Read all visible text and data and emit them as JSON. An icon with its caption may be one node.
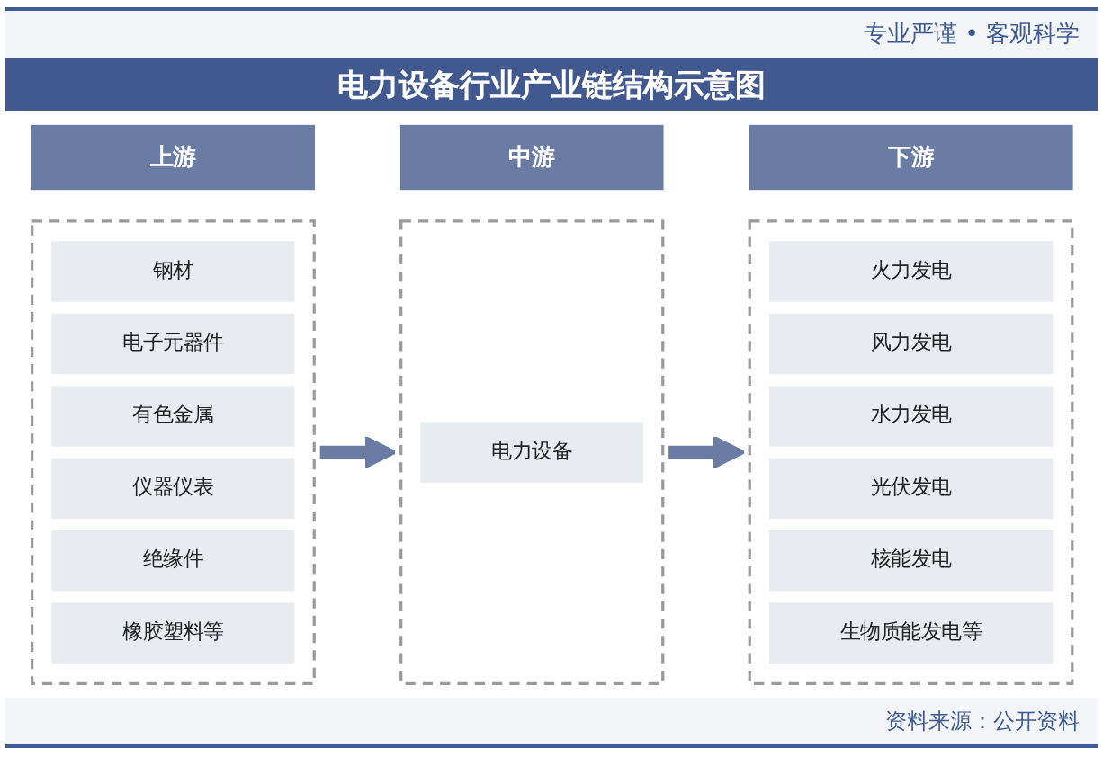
{
  "diagram": {
    "title": "电力设备行业产业链结构示意图",
    "nodes": [
      {
        "text": [
          "上游"
        ]
      },
      {
        "text": [
          "中游"
        ]
      },
      {
        "text": [
          "下游"
        ]
      },
      {
        "text": [],
        "shape": "box"
      },
      {
        "text": [
          "钢材"
        ],
        "in": 3
      },
      {
        "text": [
          "电子元器件"
        ],
        "in": 3
      },
      {
        "text": [
          "有色金属"
        ],
        "in": 3
      },
      {
        "text": [
          "仪器仪表"
        ],
        "in": 3
      },
      {
        "text": [
          "绝缘件"
        ],
        "in": 3
      },
      {
        "text": [
          "橡胶塑料等"
        ],
        "in": 3
      },
      {
        "text": [],
        "shape": "box"
      },
      {
        "text": [
          "电力设备"
        ],
        "in": 10
      },
      {
        "text": [],
        "shape": "box"
      },
      {
        "text": [
          "火力发电"
        ],
        "in": 12
      },
      {
        "text": [
          "风力发电"
        ],
        "in": 12
      },
      {
        "text": [
          "水力发电"
        ],
        "in": 12
      },
      {
        "text": [
          "光伏发电"
        ],
        "in": 12
      },
      {
        "text": [
          "核能发电"
        ],
        "in": 12
      },
      {
        "text": [
          "生物质能发电等"
        ],
        "in": 12
      }
    ],
    "edges": [
      {
        "from": 3,
        "to": 10,
        "arrow": "to"
      },
      {
        "from": 10,
        "to": 12,
        "arrow": "to"
      }
    ],
    "labels": [
      "专业严谨 • 客观科学",
      "资料来源：公开资料"
    ]
  }
}
